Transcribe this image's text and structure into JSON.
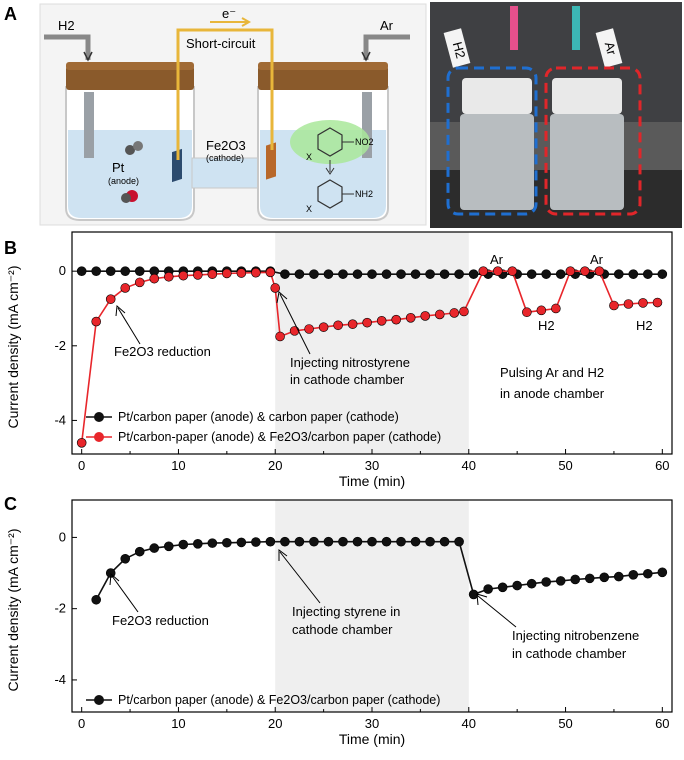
{
  "panel_a": {
    "label": "A",
    "gas_left": "H2",
    "gas_right": "Ar",
    "electron": "e⁻",
    "short_circuit": "Short-circuit",
    "anode_metal": "Pt",
    "anode_note": "(anode)",
    "cathode_metal": "Fe2O3",
    "cathode_note": "(cathode)",
    "nitro_group": "NO2",
    "amine_group": "NH2",
    "substituent": "X",
    "photo_label_left": "H2",
    "photo_label_right": "Ar",
    "colors": {
      "electrolyte": "#cfe3f2",
      "lid": "#8a5a2b",
      "wire": "#e8b63a",
      "photo_box_left": "#1f6fd1",
      "photo_box_right": "#e0262a",
      "reactant_highlight": "#a9e79a"
    }
  },
  "chart_data": [
    {
      "panel": "B",
      "type": "line",
      "xlabel": "Time (min)",
      "ylabel": "Current density (mA cm⁻²)",
      "xlim": [
        -1,
        61
      ],
      "ylim": [
        -4.9,
        1.05
      ],
      "xticks": [
        0,
        10,
        20,
        30,
        40,
        50,
        60
      ],
      "yticks": [
        0,
        -2,
        -4
      ],
      "shaded_region": [
        20,
        40
      ],
      "legend_placement": "bottom-left",
      "series": [
        {
          "name": "Pt/carbon paper (anode) & carbon paper (cathode)",
          "color": "#111111",
          "x": [
            0,
            1.5,
            3,
            4.5,
            6,
            7.5,
            9,
            10.5,
            12,
            13.5,
            15,
            16.5,
            18,
            19.5,
            21,
            22.5,
            24,
            25.5,
            27,
            28.5,
            30,
            31.5,
            33,
            34.5,
            36,
            37.5,
            39,
            40.5,
            42,
            43.5,
            45,
            46.5,
            48,
            49.5,
            51,
            52.5,
            54,
            55.5,
            57,
            58.5,
            60
          ],
          "y": [
            0,
            0,
            0,
            0,
            0,
            0,
            0,
            0,
            0,
            0,
            0,
            0,
            0,
            0,
            -0.08,
            -0.08,
            -0.08,
            -0.08,
            -0.08,
            -0.08,
            -0.08,
            -0.08,
            -0.08,
            -0.08,
            -0.08,
            -0.08,
            -0.08,
            -0.08,
            -0.08,
            -0.08,
            -0.08,
            -0.08,
            -0.08,
            -0.08,
            -0.08,
            -0.08,
            -0.08,
            -0.08,
            -0.08,
            -0.08,
            -0.08
          ]
        },
        {
          "name": "Pt/carbon-paper (anode) & Fe2O3/carbon paper (cathode)",
          "color": "#e8262b",
          "x": [
            0,
            1.5,
            3,
            4.5,
            6,
            7.5,
            9,
            10.5,
            12,
            13.5,
            15,
            16.5,
            18,
            19.5,
            20,
            20.5,
            22,
            23.5,
            25,
            26.5,
            28,
            29.5,
            31,
            32.5,
            34,
            35.5,
            37,
            38.5,
            39.5,
            41.5,
            43,
            44.5,
            46,
            47.5,
            49,
            50.5,
            52,
            53.5,
            55,
            56.5,
            58,
            59.5
          ],
          "y": [
            -4.6,
            -1.35,
            -0.75,
            -0.45,
            -0.3,
            -0.2,
            -0.15,
            -0.12,
            -0.1,
            -0.08,
            -0.06,
            -0.05,
            -0.04,
            -0.03,
            -0.45,
            -1.75,
            -1.6,
            -1.55,
            -1.5,
            -1.45,
            -1.42,
            -1.38,
            -1.33,
            -1.3,
            -1.25,
            -1.2,
            -1.16,
            -1.12,
            -1.08,
            0,
            0,
            0,
            -1.1,
            -1.05,
            -1.0,
            0,
            0,
            0,
            -0.92,
            -0.88,
            -0.85,
            -0.84
          ]
        }
      ],
      "annotations": {
        "fe_reduction": "Fe2O3 reduction",
        "inject_line1": "Injecting nitrostyrene",
        "inject_line2": "in cathode chamber",
        "pulse_line1": "Pulsing Ar and H2",
        "pulse_line2": "in anode chamber",
        "gas_ar": "Ar",
        "gas_h2": "H2"
      }
    },
    {
      "panel": "C",
      "type": "line",
      "xlabel": "Time (min)",
      "ylabel": "Current density (mA cm⁻²)",
      "xlim": [
        -1,
        61
      ],
      "ylim": [
        -4.9,
        1.05
      ],
      "xticks": [
        0,
        10,
        20,
        30,
        40,
        50,
        60
      ],
      "yticks": [
        0,
        -2,
        -4
      ],
      "shaded_region": [
        20,
        40
      ],
      "legend_placement": "bottom-left",
      "series": [
        {
          "name": "Pt/carbon paper (anode) & Fe2O3/carbon paper (cathode)",
          "color": "#111111",
          "x": [
            1.5,
            3,
            4.5,
            6,
            7.5,
            9,
            10.5,
            12,
            13.5,
            15,
            16.5,
            18,
            19.5,
            21,
            22.5,
            24,
            25.5,
            27,
            28.5,
            30,
            31.5,
            33,
            34.5,
            36,
            37.5,
            39,
            40.5,
            42,
            43.5,
            45,
            46.5,
            48,
            49.5,
            51,
            52.5,
            54,
            55.5,
            57,
            58.5,
            60
          ],
          "y": [
            -1.75,
            -1.0,
            -0.6,
            -0.4,
            -0.3,
            -0.25,
            -0.2,
            -0.18,
            -0.16,
            -0.15,
            -0.14,
            -0.13,
            -0.12,
            -0.12,
            -0.12,
            -0.12,
            -0.12,
            -0.12,
            -0.12,
            -0.12,
            -0.12,
            -0.12,
            -0.12,
            -0.12,
            -0.12,
            -0.12,
            -1.6,
            -1.45,
            -1.4,
            -1.35,
            -1.3,
            -1.25,
            -1.22,
            -1.18,
            -1.15,
            -1.12,
            -1.1,
            -1.05,
            -1.02,
            -0.98
          ]
        }
      ],
      "annotations": {
        "fe_reduction": "Fe2O3 reduction",
        "inject1_line1": "Injecting styrene in",
        "inject1_line2": "cathode chamber",
        "inject2_line1": "Injecting nitrobenzene",
        "inject2_line2": "in cathode chamber"
      }
    }
  ]
}
